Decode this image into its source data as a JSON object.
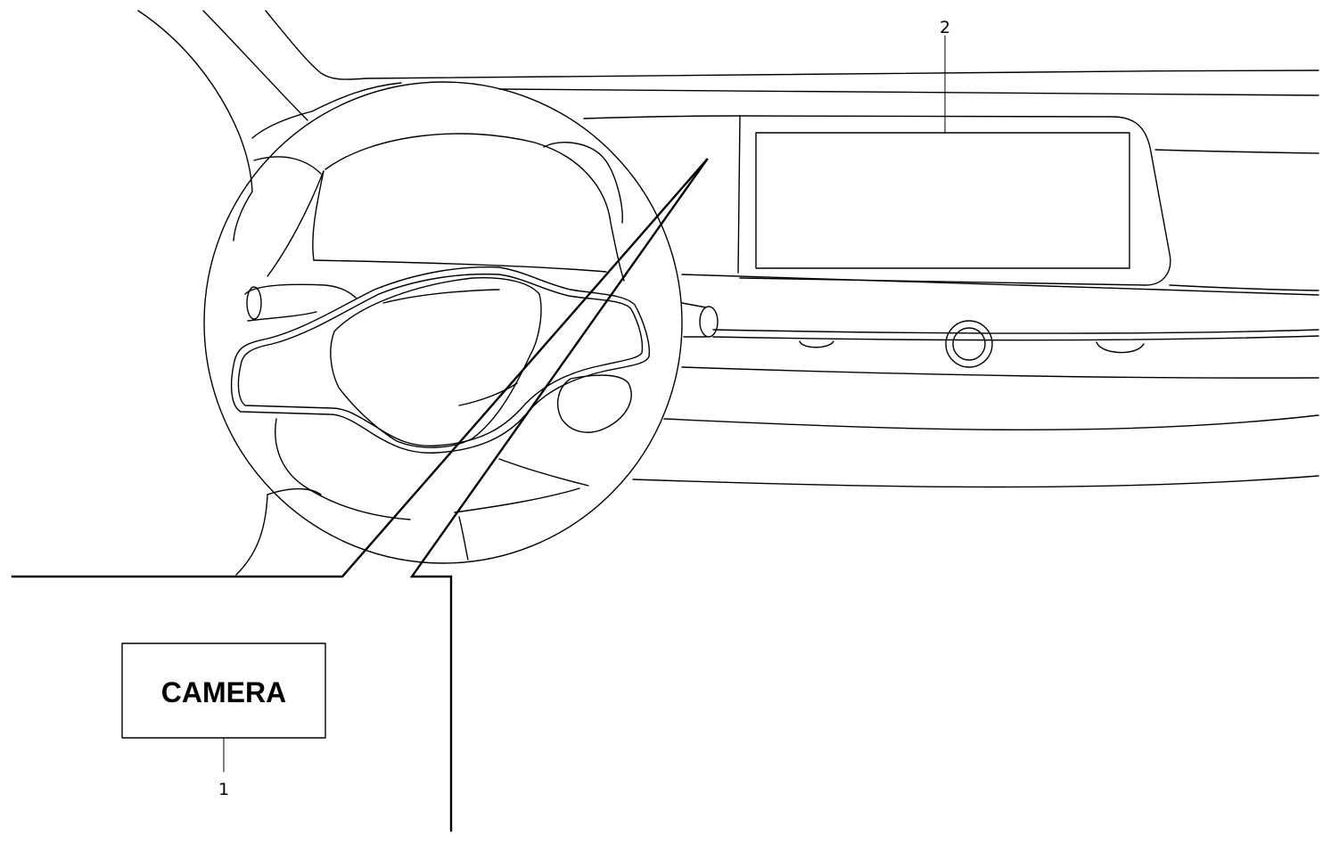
{
  "callouts": [
    {
      "id": "1",
      "label": "1"
    },
    {
      "id": "2",
      "label": "2"
    }
  ],
  "camera_button": {
    "label": "CAMERA"
  }
}
